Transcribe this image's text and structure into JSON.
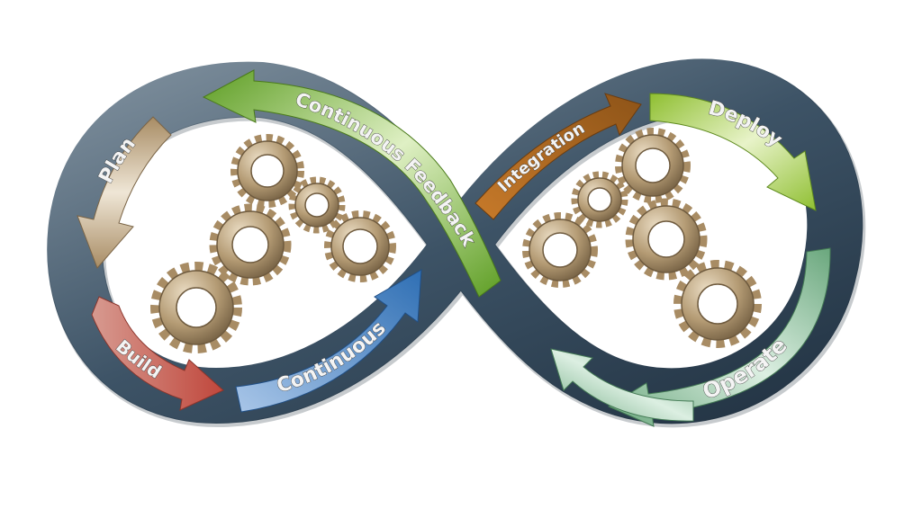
{
  "stages": [
    {
      "key": "plan",
      "label": "Plan",
      "color": "#b59a72"
    },
    {
      "key": "build",
      "label": "Build",
      "color": "#c9675c"
    },
    {
      "key": "continuous",
      "label": "Continuous",
      "color": "#3f7dc0"
    },
    {
      "key": "integration",
      "label": "Integration",
      "color": "#c77a2a"
    },
    {
      "key": "deploy",
      "label": "Deploy",
      "color": "#9bc43c"
    },
    {
      "key": "operate",
      "label": "Operate",
      "color": "#7fb08a"
    },
    {
      "key": "feedback",
      "label": "Continuous Feedback",
      "color": "#7cb537"
    }
  ],
  "colors": {
    "band_dark": "#34495b",
    "band_light": "#5e7385",
    "gear": "#b49b74"
  }
}
